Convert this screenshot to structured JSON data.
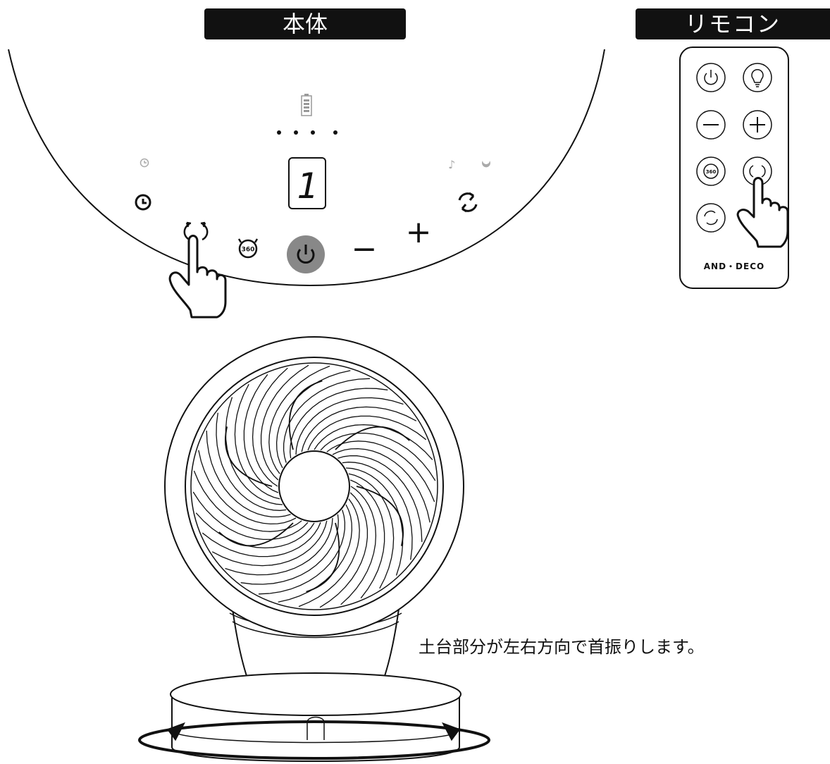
{
  "labels": {
    "main_unit": "本体",
    "remote": "リモコン"
  },
  "display": {
    "digit": "1"
  },
  "main_panel": {
    "plus_symbol": "+",
    "minus_symbol": "−"
  },
  "remote": {
    "brand": "AND・DECO",
    "button_360_text": "360"
  },
  "caption": "土台部分が左右方向で首振りします。"
}
